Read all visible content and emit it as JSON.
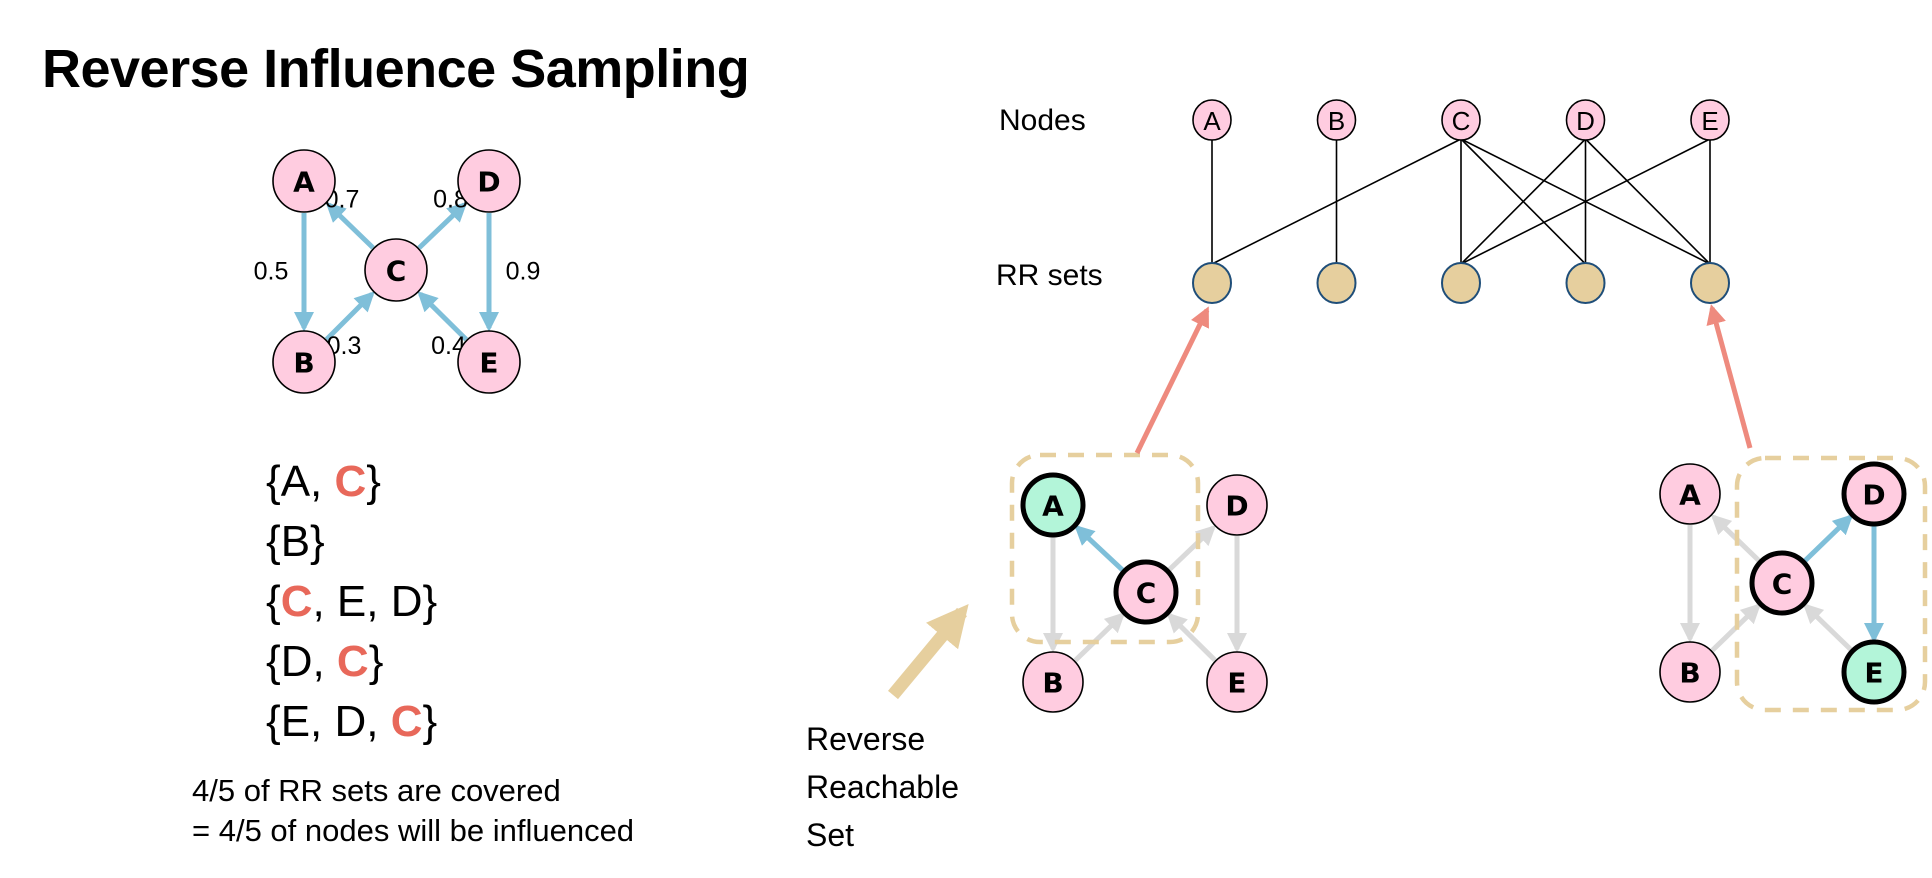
{
  "title": "Reverse Influence Sampling",
  "colors": {
    "node_fill": "#FFCCE0",
    "seed_fill": "#B3F5D9",
    "active_edge": "#7FBFD9",
    "inactive_edge": "#D9D9D9",
    "rr_node_fill": "#E6CF9E",
    "rr_node_stroke": "#1F4E79",
    "highlight_text": "#E8685A",
    "annotation_arrow": "#EE8A7E",
    "rrs_box": "#E6CF9E"
  },
  "graph": {
    "nodes": [
      "A",
      "B",
      "C",
      "D",
      "E"
    ],
    "edges": [
      {
        "from": "A",
        "to": "B",
        "weight": "0.5"
      },
      {
        "from": "C",
        "to": "A",
        "weight": "0.7"
      },
      {
        "from": "C",
        "to": "D",
        "weight": "0.8"
      },
      {
        "from": "D",
        "to": "E",
        "weight": "0.9"
      },
      {
        "from": "B",
        "to": "C",
        "weight": "0.3"
      },
      {
        "from": "E",
        "to": "C",
        "weight": "0.4"
      }
    ]
  },
  "rr_sets": [
    {
      "parts": [
        {
          "t": "{A, "
        },
        {
          "t": "C",
          "hl": true
        },
        {
          "t": "}"
        }
      ]
    },
    {
      "parts": [
        {
          "t": "{B}"
        }
      ]
    },
    {
      "parts": [
        {
          "t": "{"
        },
        {
          "t": "C",
          "hl": true
        },
        {
          "t": ", E, D}"
        }
      ]
    },
    {
      "parts": [
        {
          "t": "{D, "
        },
        {
          "t": "C",
          "hl": true
        },
        {
          "t": "}"
        }
      ]
    },
    {
      "parts": [
        {
          "t": "{E, D, "
        },
        {
          "t": "C",
          "hl": true
        },
        {
          "t": "}"
        }
      ]
    }
  ],
  "summary": {
    "line1": "4/5 of RR sets are covered",
    "line2": "= 4/5 of nodes will be influenced"
  },
  "bipartite": {
    "nodes_label": "Nodes",
    "rr_label": "RR sets",
    "top_nodes": [
      "A",
      "B",
      "C",
      "D",
      "E"
    ],
    "rr_count": 5,
    "links": [
      {
        "node": "A",
        "rr": 0
      },
      {
        "node": "C",
        "rr": 0
      },
      {
        "node": "B",
        "rr": 1
      },
      {
        "node": "C",
        "rr": 2
      },
      {
        "node": "E",
        "rr": 2
      },
      {
        "node": "D",
        "rr": 2
      },
      {
        "node": "D",
        "rr": 3
      },
      {
        "node": "C",
        "rr": 3
      },
      {
        "node": "E",
        "rr": 4
      },
      {
        "node": "D",
        "rr": 4
      },
      {
        "node": "C",
        "rr": 4
      }
    ]
  },
  "examples": [
    {
      "name": "example-rr-set-A",
      "root": "A",
      "rr_index": 0,
      "members": [
        "A",
        "C"
      ],
      "active_edges": [
        [
          "C",
          "A"
        ]
      ]
    },
    {
      "name": "example-rr-set-E",
      "root": "E",
      "rr_index": 4,
      "members": [
        "C",
        "D",
        "E"
      ],
      "active_edges": [
        [
          "C",
          "D"
        ],
        [
          "D",
          "E"
        ]
      ]
    }
  ],
  "rrs_annotation": {
    "line1": "Reverse",
    "line2": "Reachable",
    "line3": "Set"
  }
}
